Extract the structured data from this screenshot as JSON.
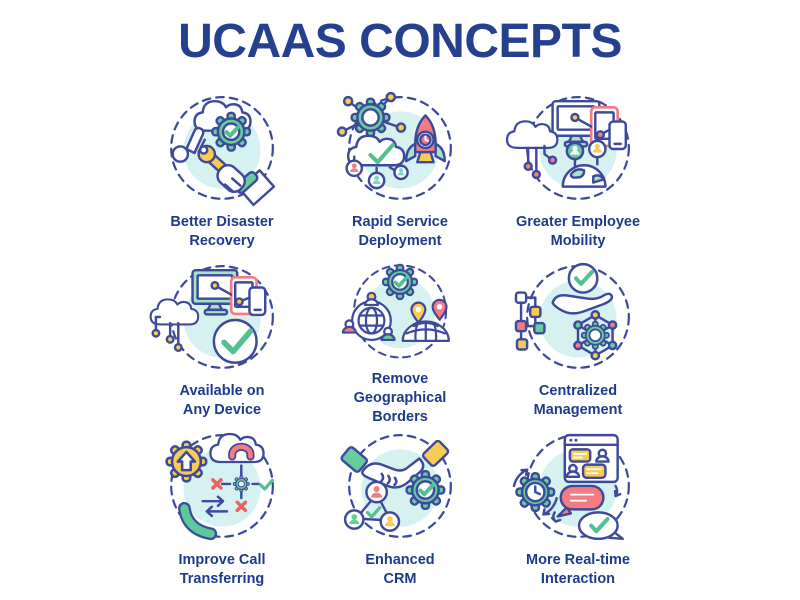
{
  "title": "UCAAS CONCEPTS",
  "palette": {
    "outline_navy": "#3D4A9B",
    "title_navy": "#24408E",
    "label_navy": "#1E3A8C",
    "light_cyan": "#D5F2F1",
    "green": "#68CC9D",
    "mint": "#A5E3C6",
    "yellow": "#F8CB52",
    "coral_red": "#F47C80",
    "check_green": "#53C08F",
    "teal": "#7FD7CE"
  },
  "concepts": [
    {
      "name": "better-disaster-recovery",
      "label": "Better Disaster\nRecovery"
    },
    {
      "name": "rapid-service-deployment",
      "label": "Rapid Service\nDeployment"
    },
    {
      "name": "greater-employee-mobility",
      "label": "Greater Employee\nMobility"
    },
    {
      "name": "available-on-any-device",
      "label": "Available on\nAny Device"
    },
    {
      "name": "remove-geographical-borders",
      "label": "Remove\nGeographical\nBorders"
    },
    {
      "name": "centralized-management",
      "label": "Centralized\nManagement"
    },
    {
      "name": "improve-call-transferring",
      "label": "Improve Call\nTransferring"
    },
    {
      "name": "enhanced-crm",
      "label": "Enhanced\nCRM"
    },
    {
      "name": "more-real-time-interaction",
      "label": "More Real-time\nInteraction"
    }
  ]
}
